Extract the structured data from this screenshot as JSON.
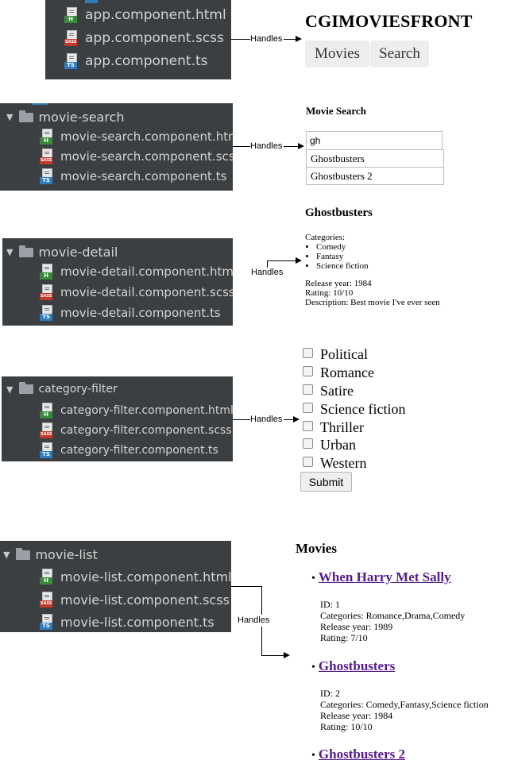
{
  "handles_label": "Handles",
  "panels": [
    {
      "files": [
        "app.component.html",
        "app.component.scss",
        "app.component.ts"
      ]
    },
    {
      "folder": "movie-search",
      "files": [
        "movie-search.component.html",
        "movie-search.component.scss",
        "movie-search.component.ts"
      ]
    },
    {
      "folder": "movie-detail",
      "files": [
        "movie-detail.component.html",
        "movie-detail.component.scss",
        "movie-detail.component.ts"
      ]
    },
    {
      "folder": "category-filter",
      "files": [
        "category-filter.component.html",
        "category-filter.component.scss",
        "category-filter.component.ts"
      ]
    },
    {
      "folder": "movie-list",
      "files": [
        "movie-list.component.html",
        "movie-list.component.scss",
        "movie-list.component.ts"
      ]
    }
  ],
  "file_icon_tags": {
    "html": "H",
    "scss": "SASS",
    "ts": "TS"
  },
  "app": {
    "title": "CGIMOVIESFRONT",
    "nav": [
      "Movies",
      "Search"
    ]
  },
  "search": {
    "heading": "Movie Search",
    "input_value": "gh",
    "suggestions": [
      "Ghostbusters",
      "Ghostbusters 2"
    ]
  },
  "detail": {
    "title": "Ghostbusters",
    "categories_label": "Categories:",
    "categories": [
      "Comedy",
      "Fantasy",
      "Science fiction"
    ],
    "release": "Release year: 1984",
    "rating": "Rating: 10/10",
    "description": "Description: Best movie I've ever seen"
  },
  "filter": {
    "options": [
      "Political",
      "Romance",
      "Satire",
      "Science fiction",
      "Thriller",
      "Urban",
      "Western"
    ],
    "submit": "Submit"
  },
  "list": {
    "heading": "Movies",
    "movies": [
      {
        "title": "When Harry Met Sally",
        "id": "ID: 1",
        "categories": "Categories: Romance,Drama,Comedy",
        "release": "Release year: 1989",
        "rating": "Rating: 7/10"
      },
      {
        "title": "Ghostbusters",
        "id": "ID: 2",
        "categories": "Categories: Comedy,Fantasy,Science fiction",
        "release": "Release year: 1984",
        "rating": "Rating: 10/10"
      },
      {
        "title": "Ghostbusters 2"
      }
    ]
  },
  "colors": {
    "panel_bg": "#3c3f41",
    "link": "#551a8b",
    "nav_bg": "#ededed"
  }
}
